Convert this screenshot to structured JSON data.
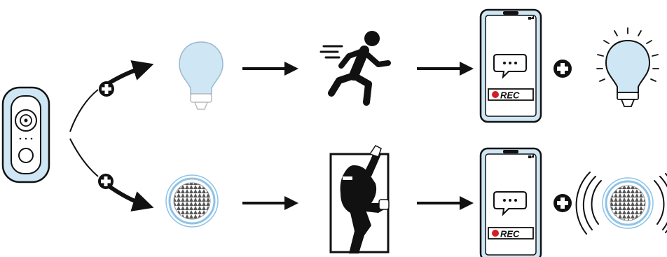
{
  "diagram": {
    "palette": {
      "outline": "#111111",
      "light_blue": "#cfe6f5",
      "blue_ring": "#8ec3e6",
      "rec_red": "#d11f26",
      "grey": "#9a9a9a"
    },
    "rows": [
      {
        "trigger": "smart-bulb",
        "event": "person-running",
        "notification_badge": "REC",
        "result": "bulb-lit"
      },
      {
        "trigger": "siren-speaker",
        "event": "burglar-climbing-window",
        "notification_badge": "REC",
        "result": "siren-sounding"
      }
    ],
    "icons": [
      "video-doorbell-icon",
      "plus-icon",
      "arrow-icon",
      "bulb-icon",
      "runner-icon",
      "burglar-icon",
      "phone-icon",
      "chat-bubble-icon",
      "speaker-icon"
    ]
  }
}
